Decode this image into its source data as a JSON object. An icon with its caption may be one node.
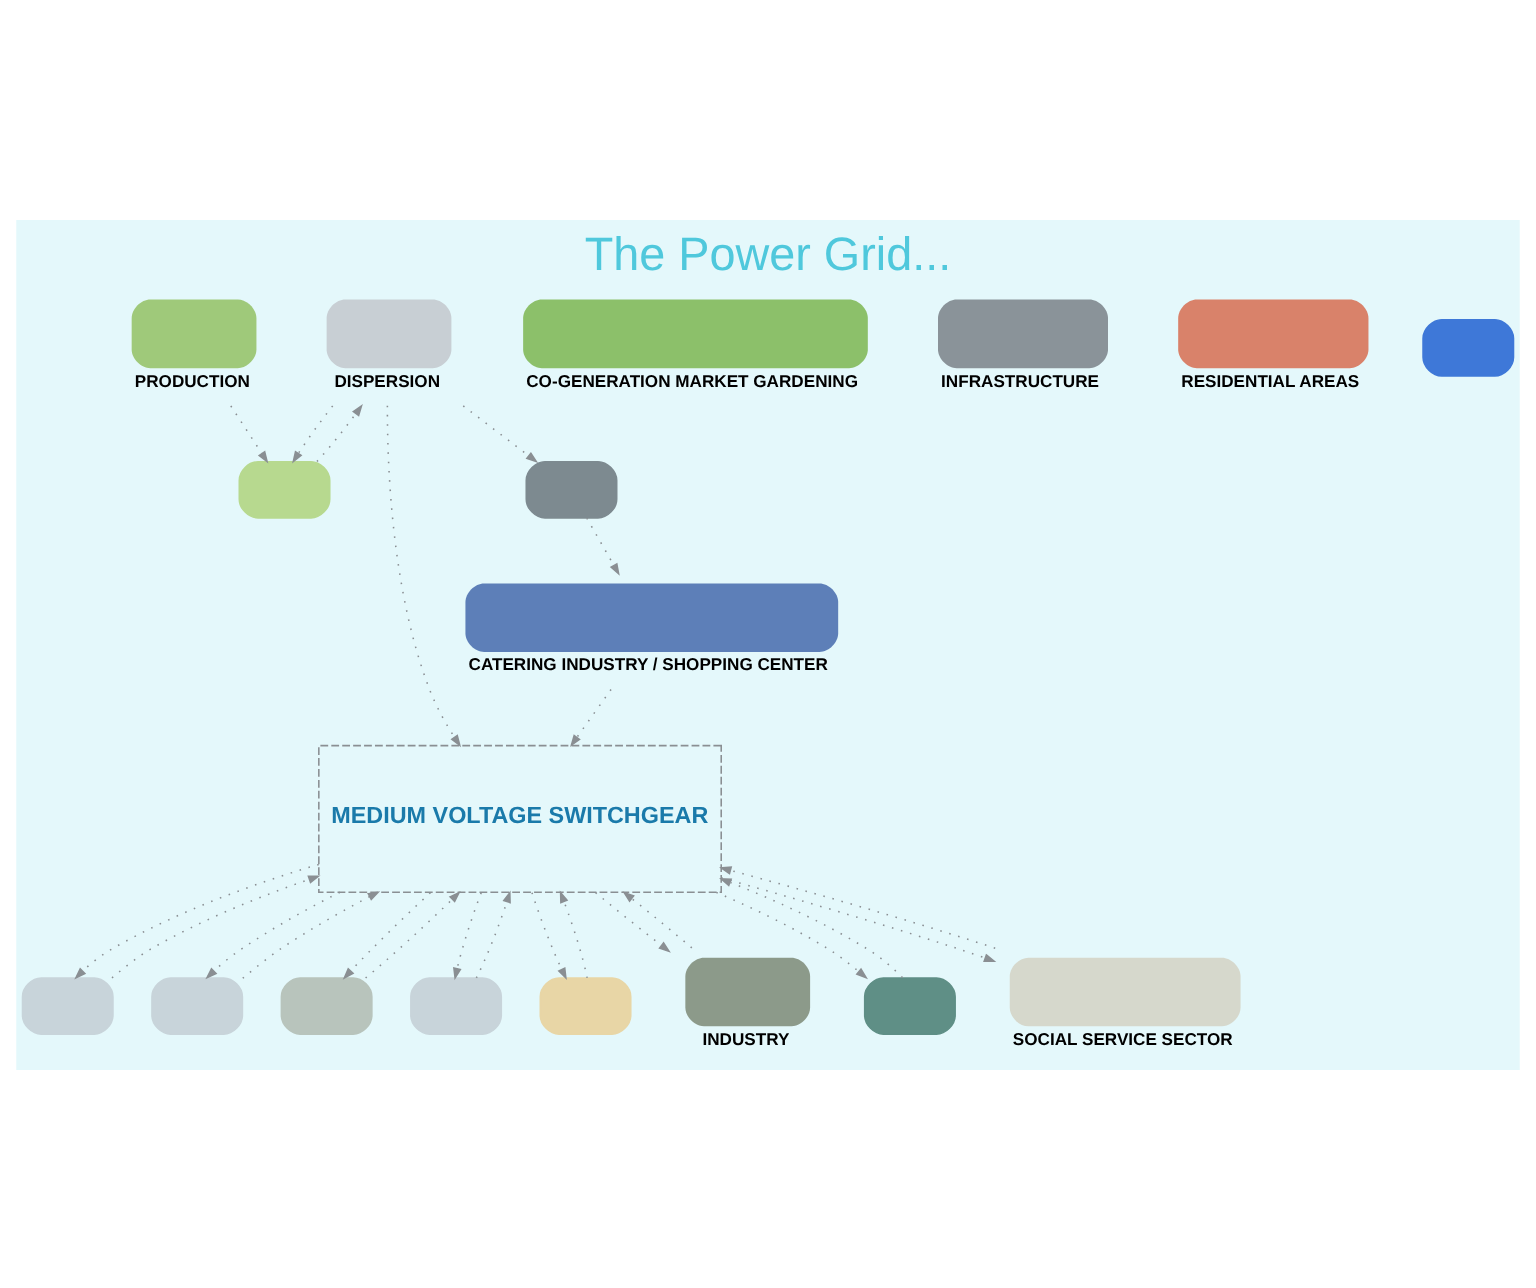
{
  "diagram": {
    "title": "The Power Grid...",
    "nodes": [
      {
        "text": [
          "MEDIUM VOLTAGE SWITCHGEAR"
        ]
      },
      {
        "text": [],
        "shape": "box",
        "beside": [
          "PRODUCTION"
        ]
      },
      {
        "text": [],
        "shape": "box"
      },
      {
        "text": [],
        "shape": "box",
        "beside": [
          "DISPERSION"
        ]
      },
      {
        "text": [],
        "shape": "box",
        "beside": [
          "CO-GENERATION MARKET GARDENING"
        ]
      },
      {
        "text": [],
        "shape": "box"
      },
      {
        "text": [],
        "shape": "box",
        "beside": [
          "CATERING INDUSTRY / SHOPPING CENTER"
        ]
      },
      {
        "text": [],
        "shape": "box",
        "beside": [
          "INFRASTRUCTURE"
        ]
      },
      {
        "text": [],
        "shape": "box"
      },
      {
        "text": [],
        "shape": "box",
        "beside": [
          "RESIDENTIAL AREAS"
        ]
      },
      {
        "text": [],
        "shape": "box"
      },
      {
        "text": [],
        "shape": "box"
      },
      {
        "text": [],
        "shape": "box"
      },
      {
        "text": [],
        "shape": "box"
      },
      {
        "text": [],
        "shape": "box"
      },
      {
        "text": [],
        "shape": "box",
        "beside": [
          "INDUSTRY"
        ]
      },
      {
        "text": [],
        "shape": "box"
      },
      {
        "text": [],
        "shape": "box",
        "beside": [
          "SOCIAL SERVICE SECTOR"
        ]
      }
    ],
    "edges": [
      {
        "from": 1,
        "to": 2,
        "arrow": "to"
      },
      {
        "from": 2,
        "to": 3,
        "arrow": "to"
      },
      {
        "from": 3,
        "to": 2,
        "arrow": "to"
      },
      {
        "from": 3,
        "to": 5,
        "arrow": "to"
      },
      {
        "from": 5,
        "to": 6,
        "arrow": "to"
      },
      {
        "from": 3,
        "to": 0,
        "arrow": "to"
      },
      {
        "from": 6,
        "to": 0,
        "arrow": "to"
      },
      {
        "from": 0,
        "to": 15,
        "arrow": "to"
      },
      {
        "from": 15,
        "to": 0,
        "arrow": "to"
      },
      {
        "from": 0,
        "to": 16,
        "arrow": "to"
      },
      {
        "from": 16,
        "to": 0,
        "arrow": "to"
      },
      {
        "from": 0,
        "to": 8,
        "arrow": "to"
      },
      {
        "from": 8,
        "to": 0,
        "arrow": "to"
      },
      {
        "from": 0,
        "to": 10,
        "arrow": "to"
      },
      {
        "from": 10,
        "to": 0,
        "arrow": "to"
      },
      {
        "from": 0,
        "to": 11,
        "arrow": "to"
      },
      {
        "from": 11,
        "to": 0,
        "arrow": "to"
      },
      {
        "from": 0,
        "to": 13,
        "arrow": "to"
      },
      {
        "from": 13,
        "to": 0,
        "arrow": "to"
      },
      {
        "from": 0,
        "to": 14,
        "arrow": "to"
      },
      {
        "from": 14,
        "to": 0,
        "arrow": "to"
      },
      {
        "from": 0,
        "to": 17,
        "arrow": "to"
      },
      {
        "from": 17,
        "to": 0,
        "arrow": "to"
      }
    ]
  }
}
